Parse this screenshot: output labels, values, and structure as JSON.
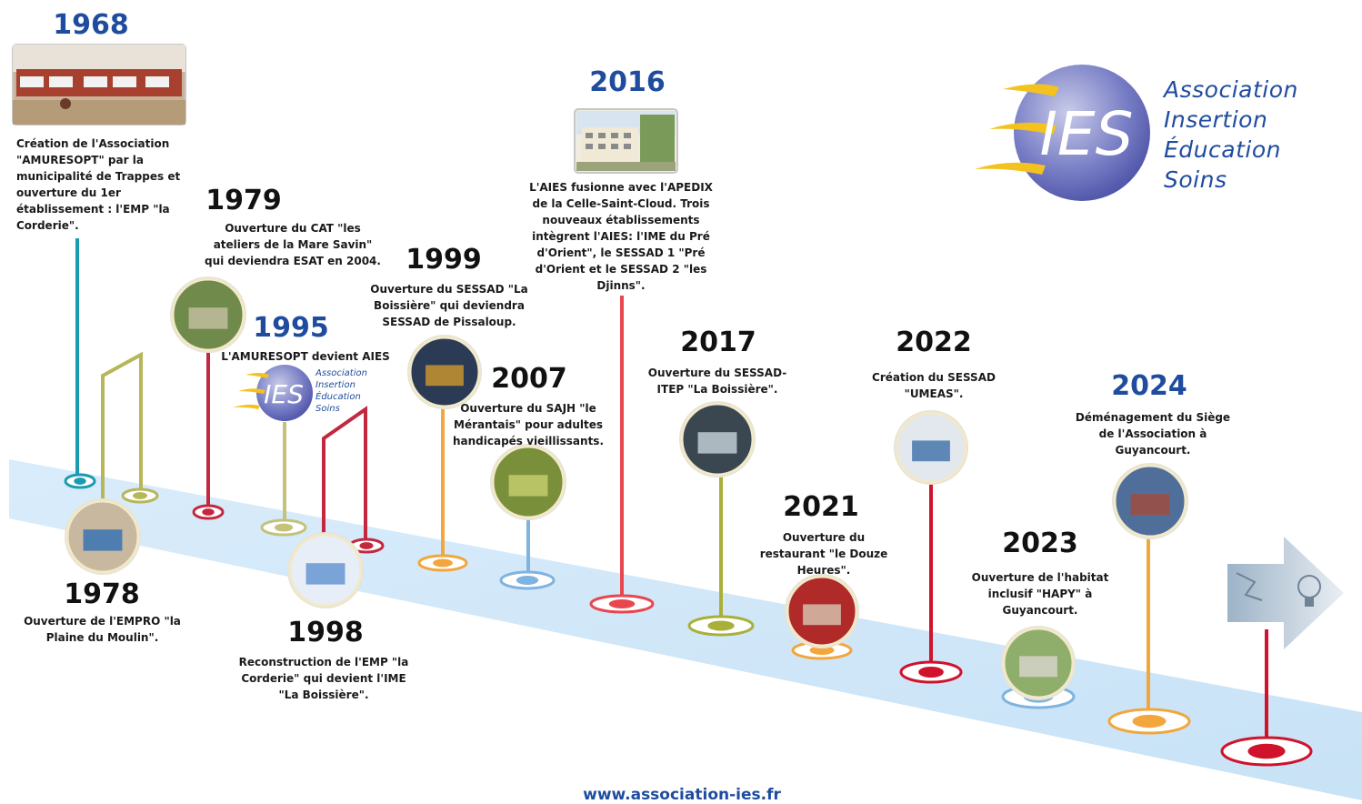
{
  "brand": {
    "logo_letters": "IES",
    "name_lines": [
      "Association",
      "Insertion",
      "Éducation",
      "Soins"
    ]
  },
  "footer": {
    "url": "www.association-ies.fr"
  },
  "milestones": [
    {
      "id": "1968",
      "year": "1968",
      "description": "Création de l'Association \"AMURESOPT\" par la municipalité de Trappes et ouverture du 1er établissement : l'EMP \"la Corderie\".",
      "marker_color": "#1b9bb0"
    },
    {
      "id": "1978",
      "year": "1978",
      "description": "Ouverture de l'EMPRO \"la Plaine du Moulin\".",
      "marker_color": "#b6b65a"
    },
    {
      "id": "1979",
      "year": "1979",
      "description": "Ouverture du CAT \"les ateliers de la Mare Savin\" qui deviendra ESAT en 2004.",
      "marker_color": "#c3283f"
    },
    {
      "id": "1995",
      "year": "1995",
      "description": "L'AMURESOPT devient AIES",
      "marker_color": "#c5c27a"
    },
    {
      "id": "1998",
      "year": "1998",
      "description": "Reconstruction de l'EMP \"la Corderie\" qui devient l'IME \"La Boissière\".",
      "marker_color": "#c3283f"
    },
    {
      "id": "1999",
      "year": "1999",
      "description": "Ouverture du SESSAD \"La Boissière\" qui deviendra SESSAD de Pissaloup.",
      "marker_color": "#f2a63c"
    },
    {
      "id": "2007",
      "year": "2007",
      "description": "Ouverture du SAJH \"le Mérantais\" pour adultes handicapés vieillissants.",
      "marker_color": "#7fb3e0"
    },
    {
      "id": "2016",
      "year": "2016",
      "description": "L'AIES fusionne avec l'APEDIX de la Celle-Saint-Cloud. Trois nouveaux établissements intègrent l'AIES: l'IME du Pré d'Orient\", le SESSAD 1 \"Pré d'Orient et le SESSAD 2 \"les Djinns\".",
      "marker_color": "#e8474f"
    },
    {
      "id": "2017",
      "year": "2017",
      "description": "Ouverture du SESSAD-ITEP \"La Boissière\".",
      "marker_color": "#a9b03a"
    },
    {
      "id": "2021",
      "year": "2021",
      "description": "Ouverture du restaurant \"le Douze Heures\".",
      "marker_color": "#f2a63c"
    },
    {
      "id": "2022",
      "year": "2022",
      "description": "Création du SESSAD \"UMEAS\".",
      "marker_color": "#d1122c"
    },
    {
      "id": "2023",
      "year": "2023",
      "description": "Ouverture de l'habitat inclusif \"HAPY\" à Guyancourt.",
      "marker_color": "#7fb3e0"
    },
    {
      "id": "2024",
      "year": "2024",
      "description": "Déménagement du Siège de l'Association à Guyancourt.",
      "marker_color": "#f2a63c"
    },
    {
      "id": "future",
      "year": "",
      "description": "",
      "marker_color": "#d1122c"
    }
  ]
}
